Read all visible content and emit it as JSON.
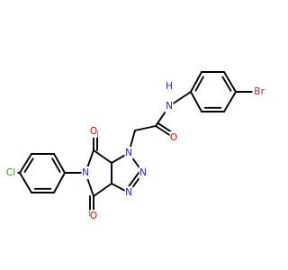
{
  "molecule": {
    "atoms": [
      {
        "id": "Br",
        "text": "Br",
        "color": "#a52a2a"
      },
      {
        "id": "Cl",
        "text": "Cl",
        "color": "#1fa01f"
      },
      {
        "id": "N_H",
        "text": "N",
        "color": "#1f1fd0"
      },
      {
        "id": "H_N",
        "text": "H",
        "color": "#1f1fd0"
      },
      {
        "id": "O_am",
        "text": "O",
        "color": "#e00000"
      },
      {
        "id": "N1",
        "text": "N",
        "color": "#1f1fd0"
      },
      {
        "id": "N2",
        "text": "N",
        "color": "#1f1fd0"
      },
      {
        "id": "N3",
        "text": "N",
        "color": "#1f1fd0"
      },
      {
        "id": "N_im",
        "text": "N",
        "color": "#1f1fd0"
      },
      {
        "id": "O_up",
        "text": "O",
        "color": "#e00000"
      },
      {
        "id": "O_dn",
        "text": "O",
        "color": "#e00000"
      }
    ]
  }
}
